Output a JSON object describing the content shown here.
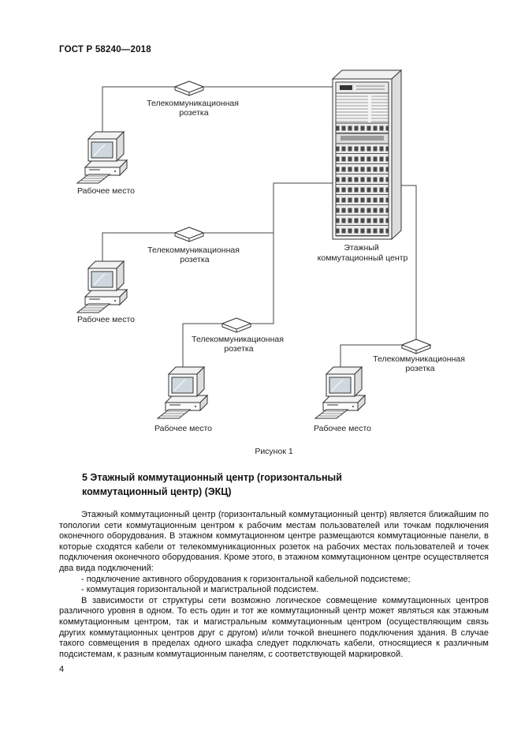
{
  "page": {
    "header": "ГОСТ Р 58240—2018",
    "number": "4"
  },
  "figure": {
    "caption": "Рисунок 1",
    "labels": {
      "outlet_line1": "Телекоммуникационная",
      "outlet_line2": "розетка",
      "workstation": "Рабочее место",
      "rack_line1": "Этажный",
      "rack_line2": "коммутационный центр"
    }
  },
  "section": {
    "heading_line1": "5  Этажный коммутационный центр (горизонтальный",
    "heading_line2": "коммутационный центр) (ЭКЦ)",
    "paragraph1": "Этажный коммутационный центр (горизонтальный коммутационный центр) является ближайшим по топологии сети коммутационным центром к рабочим местам пользователей или точкам подключения оконечного оборудования. В этажном коммутационном центре размещаются коммутационные панели, в которые сходятся кабели от телекоммуникационных розеток на рабочих местах пользователей и точек подключения оконечного оборудования. Кроме этого, в этажном коммутационном центре осуществляется два вида подключений:",
    "bullet1": "- подключение активного оборудования к горизонтальной кабельной подсистеме;",
    "bullet2": "- коммутация горизонтальной и магистральной подсистем.",
    "paragraph2": "В зависимости от структуры сети возможно логическое совмещение коммутационных центров различного уровня в одном. То есть один и тот же коммутационный центр может являться как этажным коммутационным центром, так и магистральным коммутационным центром (осуществляющим связь других коммутационных центров друг с другом) и/или точкой внешнего подключения здания. В случае такого совмещения в пределах одного шкафа следует подключать кабели, относящиеся к различным подсистемам, к разным коммутационным панелям, с соответствующей маркировкой."
  }
}
